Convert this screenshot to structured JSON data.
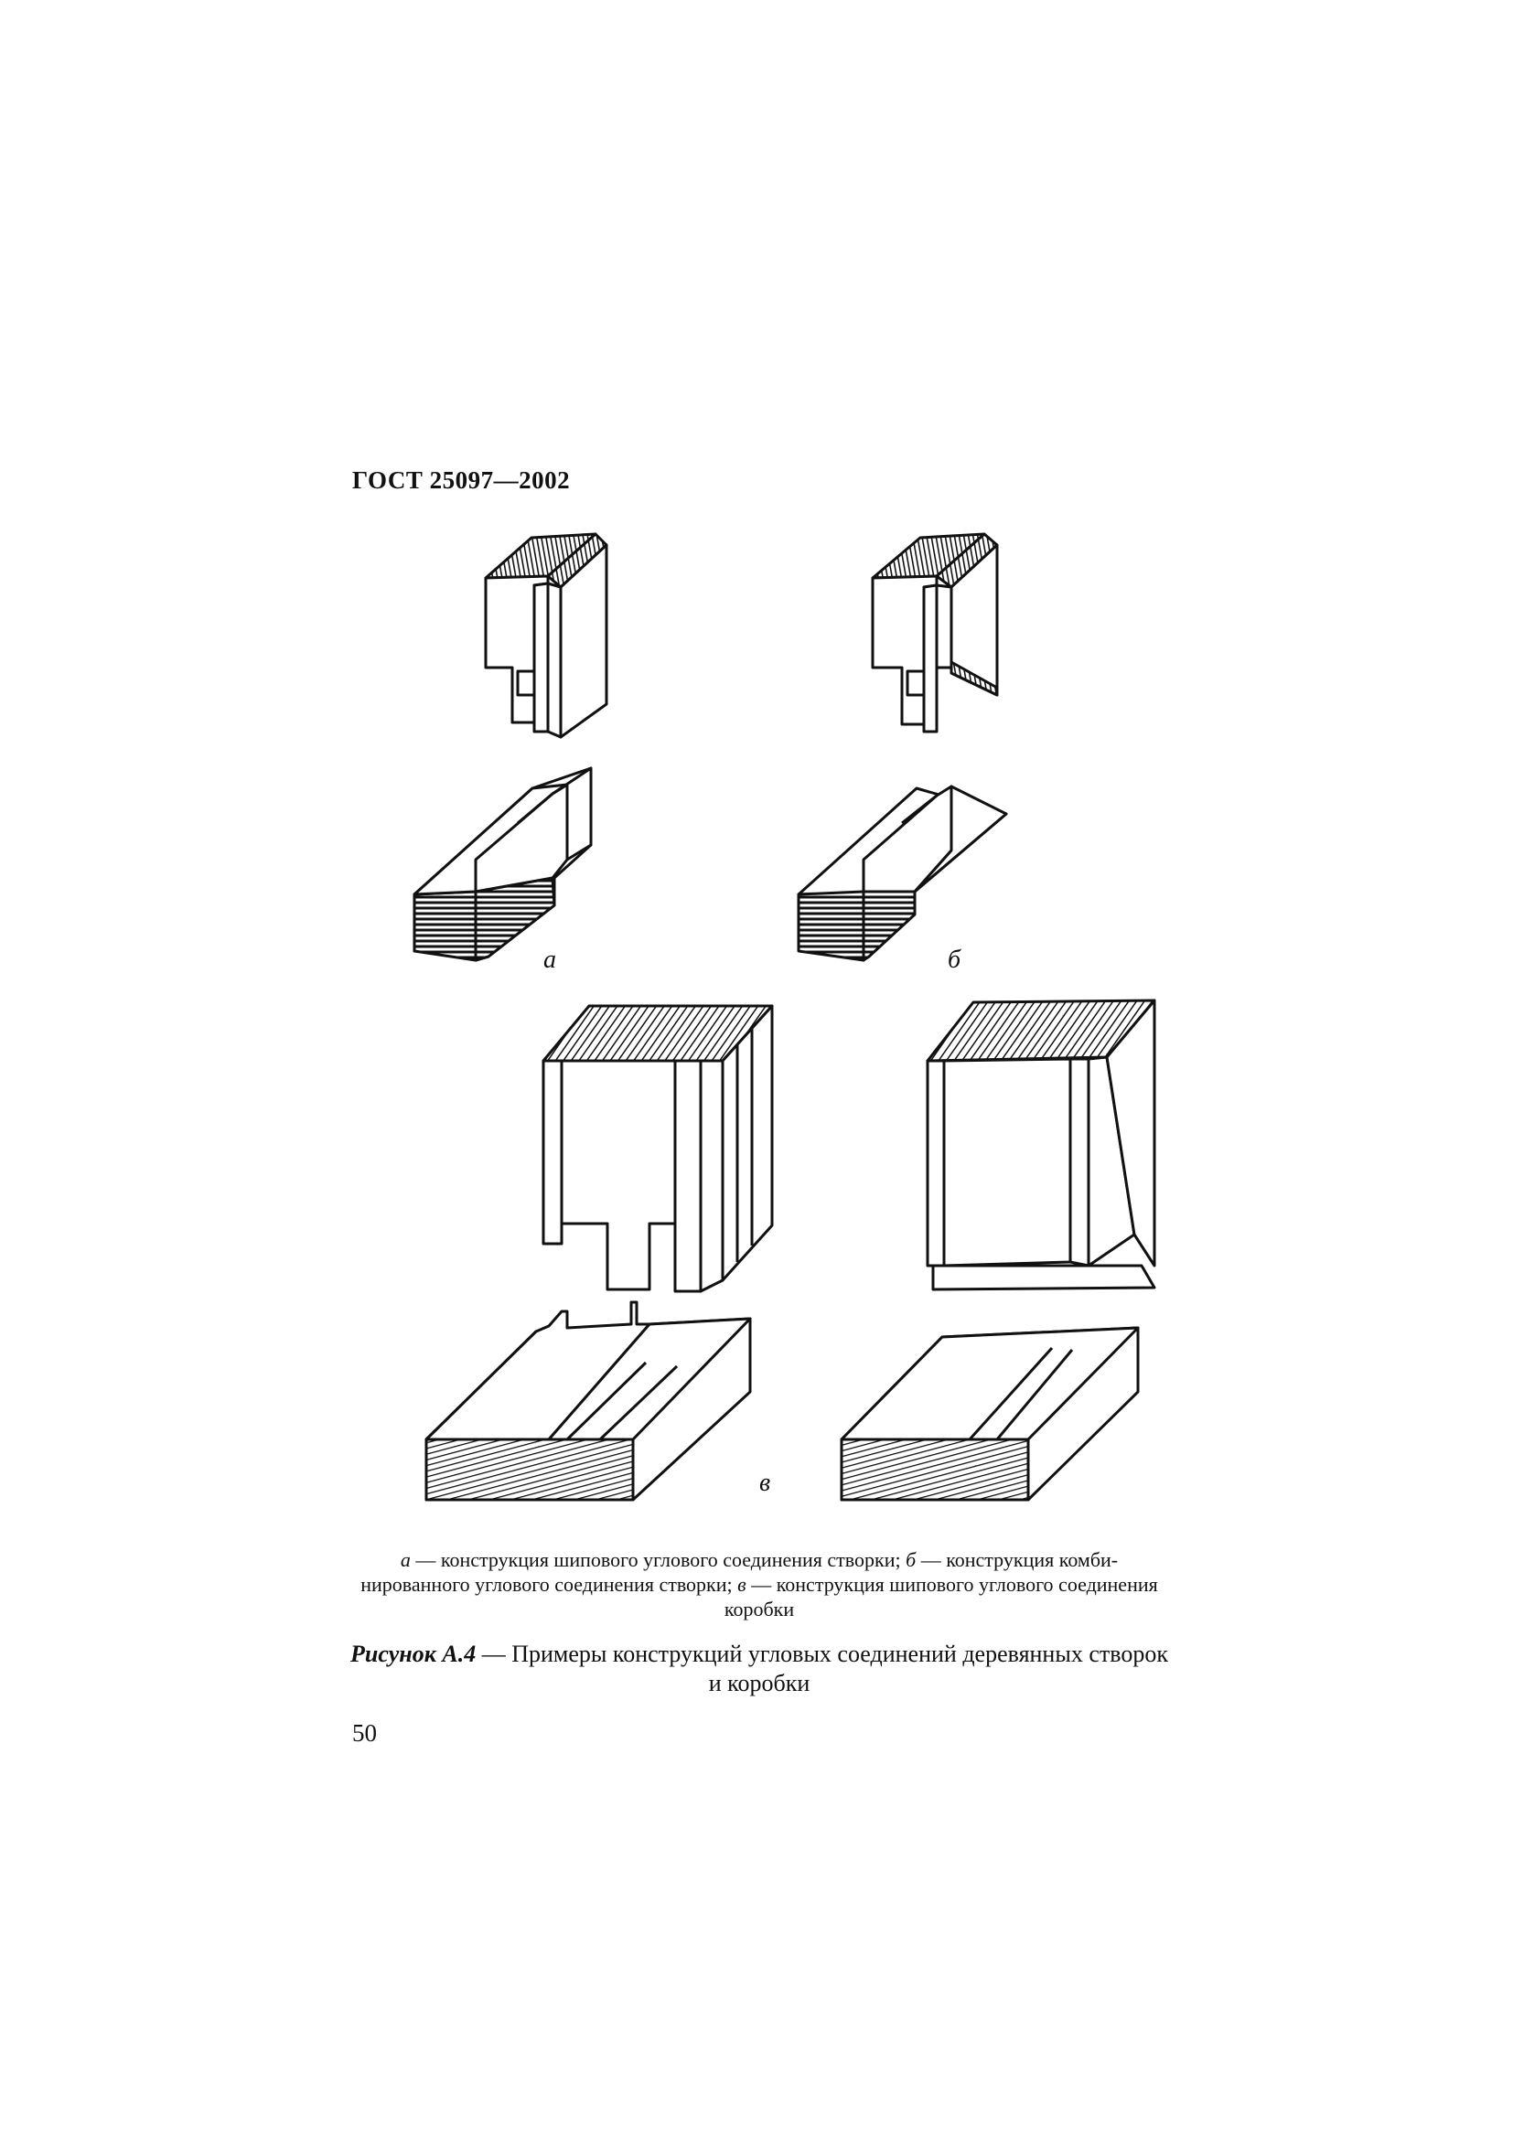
{
  "header": {
    "standard": "ГОСТ 25097—2002"
  },
  "panels": {
    "a": "а",
    "b": "б",
    "v": "в"
  },
  "legend": {
    "a_key": "а",
    "a_text": " — конструкция шипового углового соединения створки; ",
    "b_key": "б",
    "b_text": " — конструкция комби-нированного углового соединения створки; ",
    "v_key": "в",
    "v_text": " — конструкция шипового углового соединения коробки"
  },
  "caption": {
    "lead": "Рисунок А.4",
    "text": " — Примеры конструкций угловых соединений деревянных створок и коробки"
  },
  "page": {
    "number": "50"
  },
  "colors": {
    "ink": "#111111",
    "paper": "#ffffff"
  }
}
